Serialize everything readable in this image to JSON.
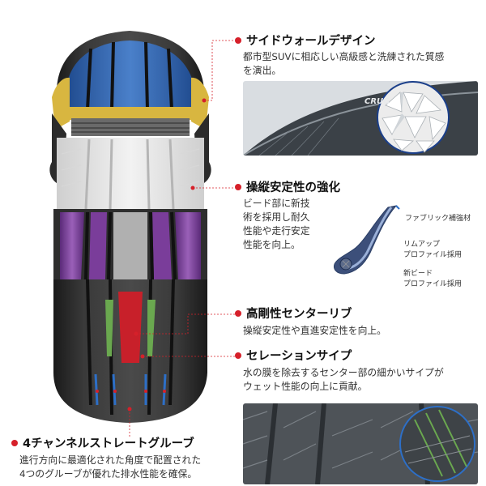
{
  "features": [
    {
      "title": "サイドウォールデザイン",
      "lines": [
        "都市型SUVに相応しい高級感と洗練された質感",
        "を演出。"
      ]
    },
    {
      "title": "操縦安定性の強化",
      "lines": [
        "ビード部に新技",
        "術を採用し耐久",
        "性能や走行安定",
        "性能を向上。"
      ]
    },
    {
      "title": "高剛性センターリブ",
      "lines": [
        "操縦安定性や直進安定性を向上。"
      ]
    },
    {
      "title": "セレーションサイプ",
      "lines": [
        "水の膜を除去するセンター部の細かいサイプが",
        "ウェット性能の向上に貢献。"
      ]
    },
    {
      "title": "4チャンネルストレートグルーブ",
      "lines": [
        "進行方向に最適化された角度で配置された",
        "4つのグルーブが優れた排水性能を確保。"
      ]
    }
  ],
  "bead_labels": {
    "fabric": "ファブリック補強材",
    "rim_up_1": "リムアップ",
    "rim_up_2": "プロファイル採用",
    "new_bead_1": "新ビード",
    "new_bead_2": "プロファイル採用"
  },
  "sidewall_brand": "CRUG",
  "colors": {
    "accent": "#d6202a",
    "tread_blue": "#2d6fc7",
    "belt_yellow": "#d8b640",
    "purple": "#7a3d9a",
    "green": "#6aa84f",
    "callout": "#d6202a"
  }
}
